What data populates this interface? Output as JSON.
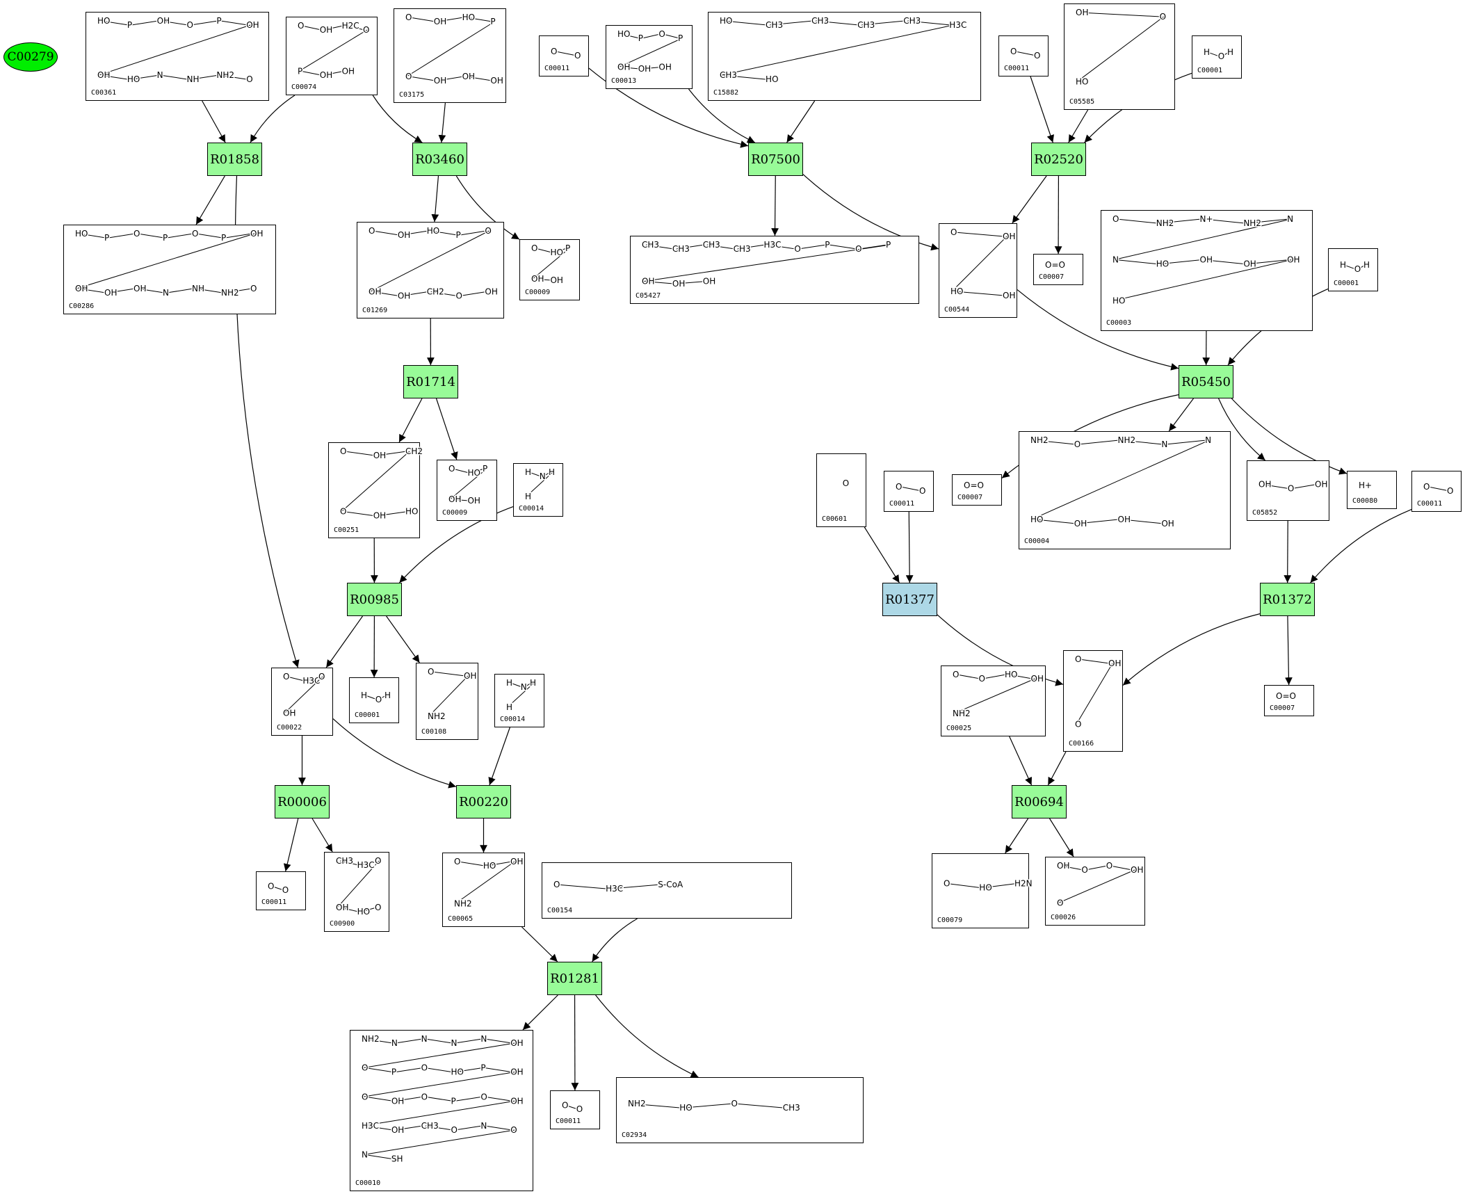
{
  "root": {
    "id": "C00279",
    "color": "#00ee00"
  },
  "colors": {
    "reaction": "#98fb98",
    "reaction_alt": "#add8e6",
    "edge": "#000000"
  },
  "reactions": [
    "R01858",
    "R03460",
    "R07500",
    "R02520",
    "R01714",
    "R05450",
    "R00985",
    "R01377",
    "R01372",
    "R00006",
    "R00220",
    "R00694",
    "R01281"
  ],
  "compounds": {
    "C00361": {
      "id": "C00361",
      "labels": [
        "HO",
        "P",
        "OH",
        "O",
        "P",
        "OH",
        "OH",
        "HO",
        "N",
        "NH",
        "NH2",
        "O"
      ]
    },
    "C00074": {
      "id": "C00074",
      "labels": [
        "O",
        "OH",
        "H2C",
        "O",
        "P",
        "OH",
        "OH"
      ]
    },
    "C03175": {
      "id": "C03175",
      "labels": [
        "O",
        "OH",
        "HO",
        "P",
        "O",
        "OH",
        "OH",
        "OH"
      ]
    },
    "C00011a": {
      "id": "C00011",
      "labels": [
        "O",
        "O"
      ]
    },
    "C00013": {
      "id": "C00013",
      "labels": [
        "HO",
        "P",
        "O",
        "P",
        "OH",
        "OH",
        "OH"
      ]
    },
    "C15882": {
      "id": "C15882",
      "labels": [
        "HO",
        "CH3",
        "CH3",
        "CH3",
        "CH3",
        "H3C",
        "CH3",
        "HO"
      ]
    },
    "C00011b": {
      "id": "C00011",
      "labels": [
        "O",
        "O"
      ]
    },
    "C05585": {
      "id": "C05585",
      "labels": [
        "OH",
        "O",
        "HO"
      ]
    },
    "C00001a": {
      "id": "C00001",
      "labels": [
        "H",
        "O",
        "H"
      ]
    },
    "C00286": {
      "id": "C00286",
      "labels": [
        "HO",
        "P",
        "O",
        "P",
        "O",
        "P",
        "OH",
        "OH",
        "OH",
        "OH",
        "N",
        "NH",
        "NH2",
        "O"
      ]
    },
    "C01269": {
      "id": "C01269",
      "labels": [
        "O",
        "OH",
        "HO",
        "P",
        "O",
        "OH",
        "OH",
        "CH2",
        "O",
        "OH"
      ]
    },
    "C00009a": {
      "id": "C00009",
      "labels": [
        "O",
        "HO",
        "P",
        "OH",
        "OH"
      ]
    },
    "C05427": {
      "id": "C05427",
      "labels": [
        "CH3",
        "CH3",
        "CH3",
        "CH3",
        "H3C",
        "O",
        "P",
        "O",
        "P",
        "OH",
        "OH",
        "OH"
      ]
    },
    "C00544": {
      "id": "C00544",
      "labels": [
        "O",
        "OH",
        "HO",
        "OH"
      ]
    },
    "C00007a": {
      "id": "C00007",
      "labels": [
        "O=O"
      ]
    },
    "C00003": {
      "id": "C00003",
      "labels": [
        "O",
        "NH2",
        "N+",
        "NH2",
        "N",
        "N",
        "HO",
        "OH",
        "OH",
        "OH",
        "HO"
      ]
    },
    "C00001b": {
      "id": "C00001",
      "labels": [
        "H",
        "O",
        "H"
      ]
    },
    "C00251": {
      "id": "C00251",
      "labels": [
        "O",
        "OH",
        "CH2",
        "O",
        "OH",
        "HO"
      ]
    },
    "C00009b": {
      "id": "C00009",
      "labels": [
        "O",
        "HO",
        "P",
        "OH",
        "OH"
      ]
    },
    "C00014a": {
      "id": "C00014",
      "labels": [
        "H",
        "N",
        "H",
        "H"
      ]
    },
    "C00601": {
      "id": "C00601",
      "labels": [
        "O"
      ]
    },
    "C00011c": {
      "id": "C00011",
      "labels": [
        "O",
        "O"
      ]
    },
    "C00007b": {
      "id": "C00007",
      "labels": [
        "O=O"
      ]
    },
    "C00004": {
      "id": "C00004",
      "labels": [
        "NH2",
        "O",
        "NH2",
        "N",
        "N",
        "HO",
        "OH",
        "OH",
        "OH"
      ]
    },
    "C05852": {
      "id": "C05852",
      "labels": [
        "OH",
        "O",
        "OH"
      ]
    },
    "C00080": {
      "id": "C00080",
      "labels": [
        "H+"
      ]
    },
    "C00011d": {
      "id": "C00011",
      "labels": [
        "O",
        "O"
      ]
    },
    "C00022": {
      "id": "C00022",
      "labels": [
        "O",
        "H3C",
        "O",
        "OH"
      ]
    },
    "C00001c": {
      "id": "C00001",
      "labels": [
        "H",
        "O",
        "H"
      ]
    },
    "C00108": {
      "id": "C00108",
      "labels": [
        "O",
        "OH",
        "NH2"
      ]
    },
    "C00014b": {
      "id": "C00014",
      "labels": [
        "H",
        "N",
        "H",
        "H"
      ]
    },
    "C00025": {
      "id": "C00025",
      "labels": [
        "O",
        "O",
        "HO",
        "OH",
        "NH2"
      ]
    },
    "C00166": {
      "id": "C00166",
      "labels": [
        "O",
        "OH",
        "O"
      ]
    },
    "C00007c": {
      "id": "C00007",
      "labels": [
        "O=O"
      ]
    },
    "C00011e": {
      "id": "C00011",
      "labels": [
        "O",
        "O"
      ]
    },
    "C00900": {
      "id": "C00900",
      "labels": [
        "CH3",
        "H3C",
        "O",
        "OH",
        "HO",
        "O"
      ]
    },
    "C00065": {
      "id": "C00065",
      "labels": [
        "O",
        "HO",
        "OH",
        "NH2"
      ]
    },
    "C00154": {
      "id": "C00154",
      "labels": [
        "O",
        "H3C",
        "S-CoA"
      ]
    },
    "C00079": {
      "id": "C00079",
      "labels": [
        "O",
        "HO",
        "H2N"
      ]
    },
    "C00026": {
      "id": "C00026",
      "labels": [
        "OH",
        "O",
        "O",
        "OH",
        "O"
      ]
    },
    "C00010": {
      "id": "C00010",
      "labels": [
        "NH2",
        "N",
        "N",
        "N",
        "N",
        "OH",
        "O",
        "P",
        "O",
        "HO",
        "P",
        "OH",
        "O",
        "OH",
        "O",
        "P",
        "O",
        "OH",
        "H3C",
        "OH",
        "CH3",
        "O",
        "N",
        "O",
        "N",
        "SH"
      ]
    },
    "C00011f": {
      "id": "C00011",
      "labels": [
        "O",
        "O"
      ]
    },
    "C02934": {
      "id": "C02934",
      "labels": [
        "NH2",
        "HO",
        "O",
        "CH3"
      ]
    }
  },
  "edges": [
    [
      "C00361",
      "R01858"
    ],
    [
      "C00074",
      "R01858"
    ],
    [
      "R01858",
      "C00286"
    ],
    [
      "R01858",
      "C00022"
    ],
    [
      "C00074",
      "R03460"
    ],
    [
      "C03175",
      "R03460"
    ],
    [
      "R03460",
      "C01269"
    ],
    [
      "R03460",
      "C00009a"
    ],
    [
      "C00011a",
      "R07500"
    ],
    [
      "C00013",
      "R07500"
    ],
    [
      "C15882",
      "R07500"
    ],
    [
      "R07500",
      "C05427"
    ],
    [
      "R07500",
      "C00544"
    ],
    [
      "C00011b",
      "R02520"
    ],
    [
      "C05585",
      "R02520"
    ],
    [
      "C00001a",
      "R02520"
    ],
    [
      "R02520",
      "C00544"
    ],
    [
      "R02520",
      "C00007a"
    ],
    [
      "C01269",
      "R01714"
    ],
    [
      "R01714",
      "C00251"
    ],
    [
      "R01714",
      "C00009b"
    ],
    [
      "C00544",
      "R05450"
    ],
    [
      "C00003",
      "R05450"
    ],
    [
      "C00001b",
      "R05450"
    ],
    [
      "R05450",
      "C00007b"
    ],
    [
      "R05450",
      "C00004"
    ],
    [
      "R05450",
      "C05852"
    ],
    [
      "R05450",
      "C00080"
    ],
    [
      "C00251",
      "R00985"
    ],
    [
      "C00014a",
      "R00985"
    ],
    [
      "R00985",
      "C00022"
    ],
    [
      "R00985",
      "C00001c"
    ],
    [
      "R00985",
      "C00108"
    ],
    [
      "C00601",
      "R01377"
    ],
    [
      "C00011c",
      "R01377"
    ],
    [
      "R01377",
      "C00166"
    ],
    [
      "C05852",
      "R01372"
    ],
    [
      "C00011d",
      "R01372"
    ],
    [
      "R01372",
      "C00166"
    ],
    [
      "R01372",
      "C00007c"
    ],
    [
      "C00022",
      "R00006"
    ],
    [
      "R00006",
      "C00011e"
    ],
    [
      "R00006",
      "C00900"
    ],
    [
      "C00022",
      "R00220"
    ],
    [
      "C00014b",
      "R00220"
    ],
    [
      "R00220",
      "C00065"
    ],
    [
      "C00025",
      "R00694"
    ],
    [
      "C00166",
      "R00694"
    ],
    [
      "R00694",
      "C00079"
    ],
    [
      "R00694",
      "C00026"
    ],
    [
      "C00065",
      "R01281"
    ],
    [
      "C00154",
      "R01281"
    ],
    [
      "R01281",
      "C00010"
    ],
    [
      "R01281",
      "C00011f"
    ],
    [
      "R01281",
      "C02934"
    ]
  ]
}
